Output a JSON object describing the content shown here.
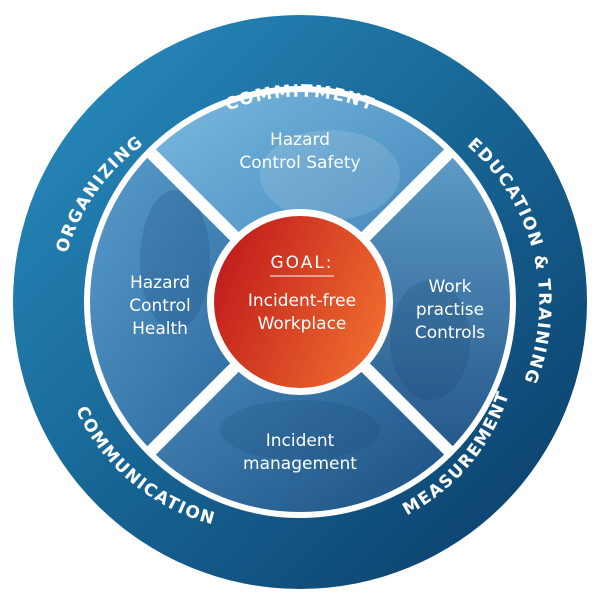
{
  "ring_labels": {
    "top": "COMMITMENT",
    "upper_right": "EDUCATION & TRAINING",
    "lower_right": "MEASUREMENT",
    "lower_left": "COMMUNICATION",
    "upper_left": "ORGANIZING"
  },
  "segments": {
    "top": {
      "line1": "Hazard",
      "line2": "Control Safety"
    },
    "right": {
      "line1": "Work",
      "line2": "practise",
      "line3": "Controls"
    },
    "bottom": {
      "line1": "Incident",
      "line2": "management"
    },
    "left": {
      "line1": "Hazard",
      "line2": "Control",
      "line3": "Health"
    }
  },
  "center": {
    "heading": "GOAL:",
    "line1": "Incident-free",
    "line2": "Workplace"
  },
  "colors": {
    "outer_ring_light": "#1f86b8",
    "outer_ring_dark": "#0d3f6b",
    "segment_light": "#5fa8d8",
    "segment_dark": "#1f5d92",
    "separator": "#ffffff",
    "center_start": "#c8201c",
    "center_end": "#f06a2c"
  }
}
